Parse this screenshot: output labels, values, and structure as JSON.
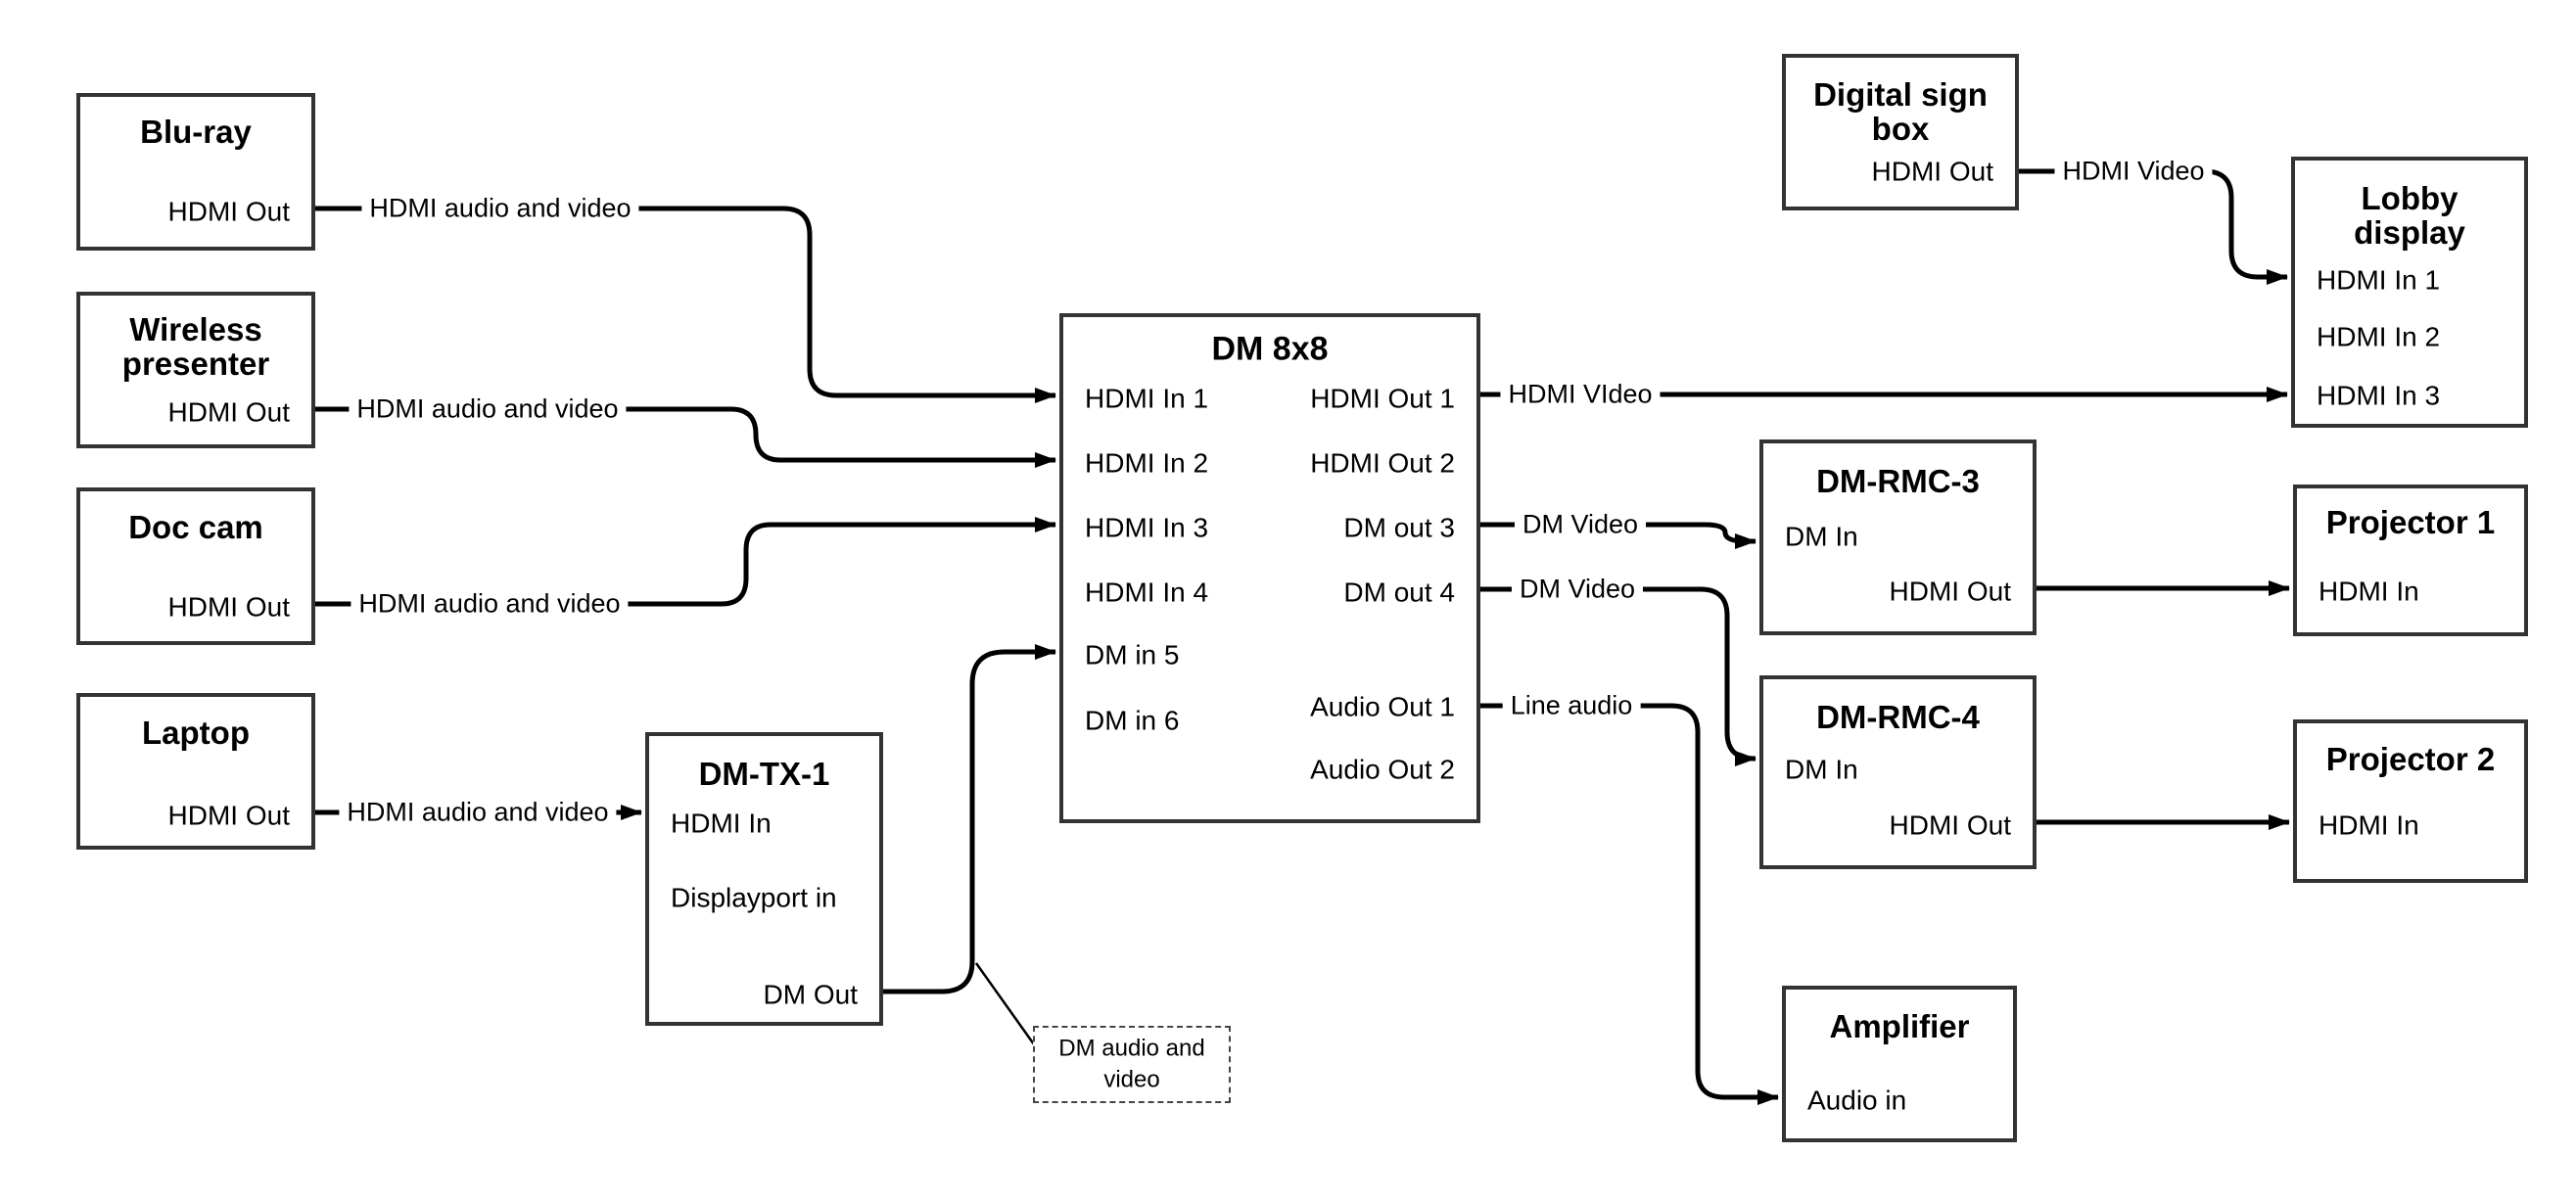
{
  "colors": {
    "background": "#ffffff",
    "line": "#000000",
    "box_border": "#333333",
    "text": "#000000"
  },
  "boxes": {
    "bluray": {
      "title": "Blu-ray",
      "ports": {
        "hdmi_out": "HDMI Out"
      }
    },
    "wireless": {
      "title_line1": "Wireless",
      "title_line2": "presenter",
      "ports": {
        "hdmi_out": "HDMI Out"
      }
    },
    "doccam": {
      "title": "Doc cam",
      "ports": {
        "hdmi_out": "HDMI Out"
      }
    },
    "laptop": {
      "title": "Laptop",
      "ports": {
        "hdmi_out": "HDMI Out"
      }
    },
    "dmtx1": {
      "title": "DM-TX-1",
      "ports": {
        "hdmi_in": "HDMI In",
        "displayport_in": "Displayport in",
        "dm_out": "DM Out"
      }
    },
    "dm8x8": {
      "title": "DM 8x8",
      "left_ports": [
        "HDMI In 1",
        "HDMI In 2",
        "HDMI In 3",
        "HDMI In 4",
        "DM in 5",
        "DM in 6"
      ],
      "right_ports": [
        "HDMI Out 1",
        "HDMI Out 2",
        "DM out 3",
        "DM out 4",
        "Audio Out 1",
        "Audio Out 2"
      ]
    },
    "digitalsign": {
      "title_line1": "Digital sign",
      "title_line2": "box",
      "ports": {
        "hdmi_out": "HDMI Out"
      }
    },
    "lobby": {
      "title_line1": "Lobby",
      "title_line2": "display",
      "ports": {
        "hdmi_in1": "HDMI In 1",
        "hdmi_in2": "HDMI In 2",
        "hdmi_in3": "HDMI In 3"
      }
    },
    "dmrmc3": {
      "title": "DM-RMC-3",
      "ports": {
        "dm_in": "DM In",
        "hdmi_out": "HDMI Out"
      }
    },
    "proj1": {
      "title": "Projector 1",
      "ports": {
        "hdmi_in": "HDMI In"
      }
    },
    "dmrmc4": {
      "title": "DM-RMC-4",
      "ports": {
        "dm_in": "DM In",
        "hdmi_out": "HDMI Out"
      }
    },
    "proj2": {
      "title": "Projector 2",
      "ports": {
        "hdmi_in": "HDMI In"
      }
    },
    "amplifier": {
      "title": "Amplifier",
      "ports": {
        "audio_in": "Audio in"
      }
    }
  },
  "connector_labels": {
    "bluray_to_dm8x8": "HDMI audio and video",
    "wireless_to_dm8x8": "HDMI audio and video",
    "doccam_to_dm8x8": "HDMI audio and video",
    "laptop_to_dmtx1": "HDMI audio and video",
    "hdmiout1_to_lobby": "HDMI VIdeo",
    "digitalsign_to_lobby": "HDMI Video",
    "dmout3_to_dmrmc3": "DM Video",
    "dmout4_to_dmrmc4": "DM Video",
    "audioout1_to_amp": "Line audio"
  },
  "callout": {
    "line1": "DM audio and",
    "line2": "video"
  }
}
